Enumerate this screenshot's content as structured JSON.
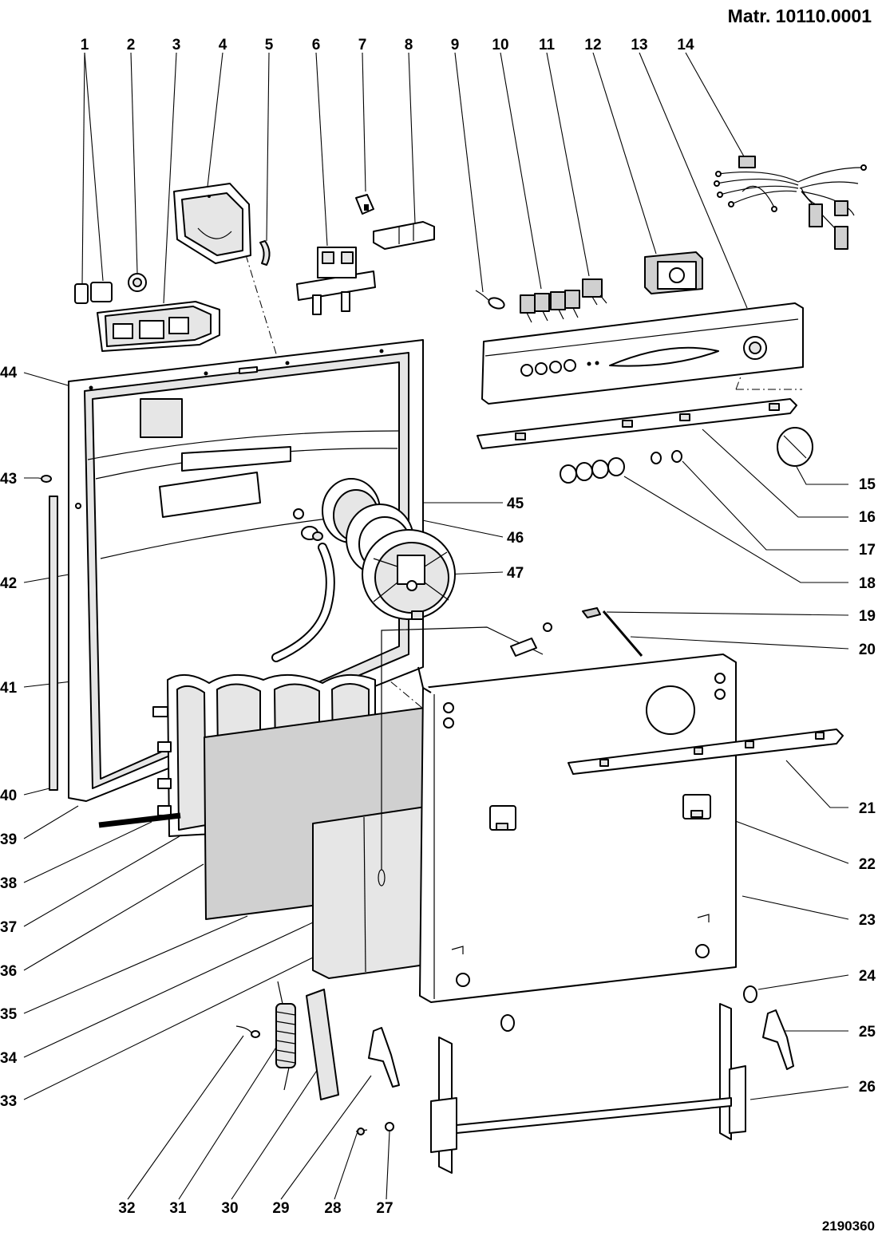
{
  "header": {
    "material_code": "Matr. 10110.0001"
  },
  "footer": {
    "drawing_code": "2190360"
  },
  "labels": {
    "n1": "1",
    "n2": "2",
    "n3": "3",
    "n4": "4",
    "n5": "5",
    "n6": "6",
    "n7": "7",
    "n8": "8",
    "n9": "9",
    "n10": "10",
    "n11": "11",
    "n12": "12",
    "n13": "13",
    "n14": "14",
    "n15": "15",
    "n16": "16",
    "n17": "17",
    "n18": "18",
    "n19": "19",
    "n20": "20",
    "n21": "21",
    "n22": "22",
    "n23": "23",
    "n24": "24",
    "n25": "25",
    "n26": "26",
    "n27": "27",
    "n28": "28",
    "n29": "29",
    "n30": "30",
    "n31": "31",
    "n32": "32",
    "n33": "33",
    "n34": "34",
    "n35": "35",
    "n36": "36",
    "n37": "37",
    "n38": "38",
    "n39": "39",
    "n40": "40",
    "n41": "41",
    "n42": "42",
    "n43": "43",
    "n44": "44",
    "n45": "45",
    "n46": "46",
    "n47": "47"
  }
}
